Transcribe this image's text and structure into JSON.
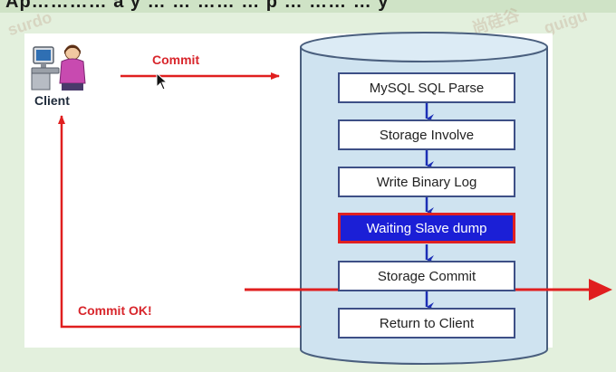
{
  "header": {
    "partial_text": "Ap…………  a y …  …  ……  …  p … ……  …  y"
  },
  "watermarks": [
    "surdo",
    "尚硅谷",
    "guigu"
  ],
  "client": {
    "label": "Client",
    "icon": "user-at-computer-icon"
  },
  "arrows": {
    "commit_label": "Commit",
    "commit_ok_label": "Commit OK!"
  },
  "cylinder": {
    "steps": [
      "MySQL SQL Parse",
      "Storage Involve",
      "Write Binary Log",
      "Waiting Slave dump",
      "Storage Commit",
      "Return to Client"
    ],
    "highlighted_step": "Waiting Slave dump"
  },
  "colors": {
    "arrow_red": "#e01f1f",
    "step_arrow_blue": "#1c2fb5",
    "highlight_fill": "#1b1fd6",
    "highlight_border": "#e02121",
    "cylinder_fill": "#cfe3f0",
    "page_bg": "#e3f0dd"
  }
}
